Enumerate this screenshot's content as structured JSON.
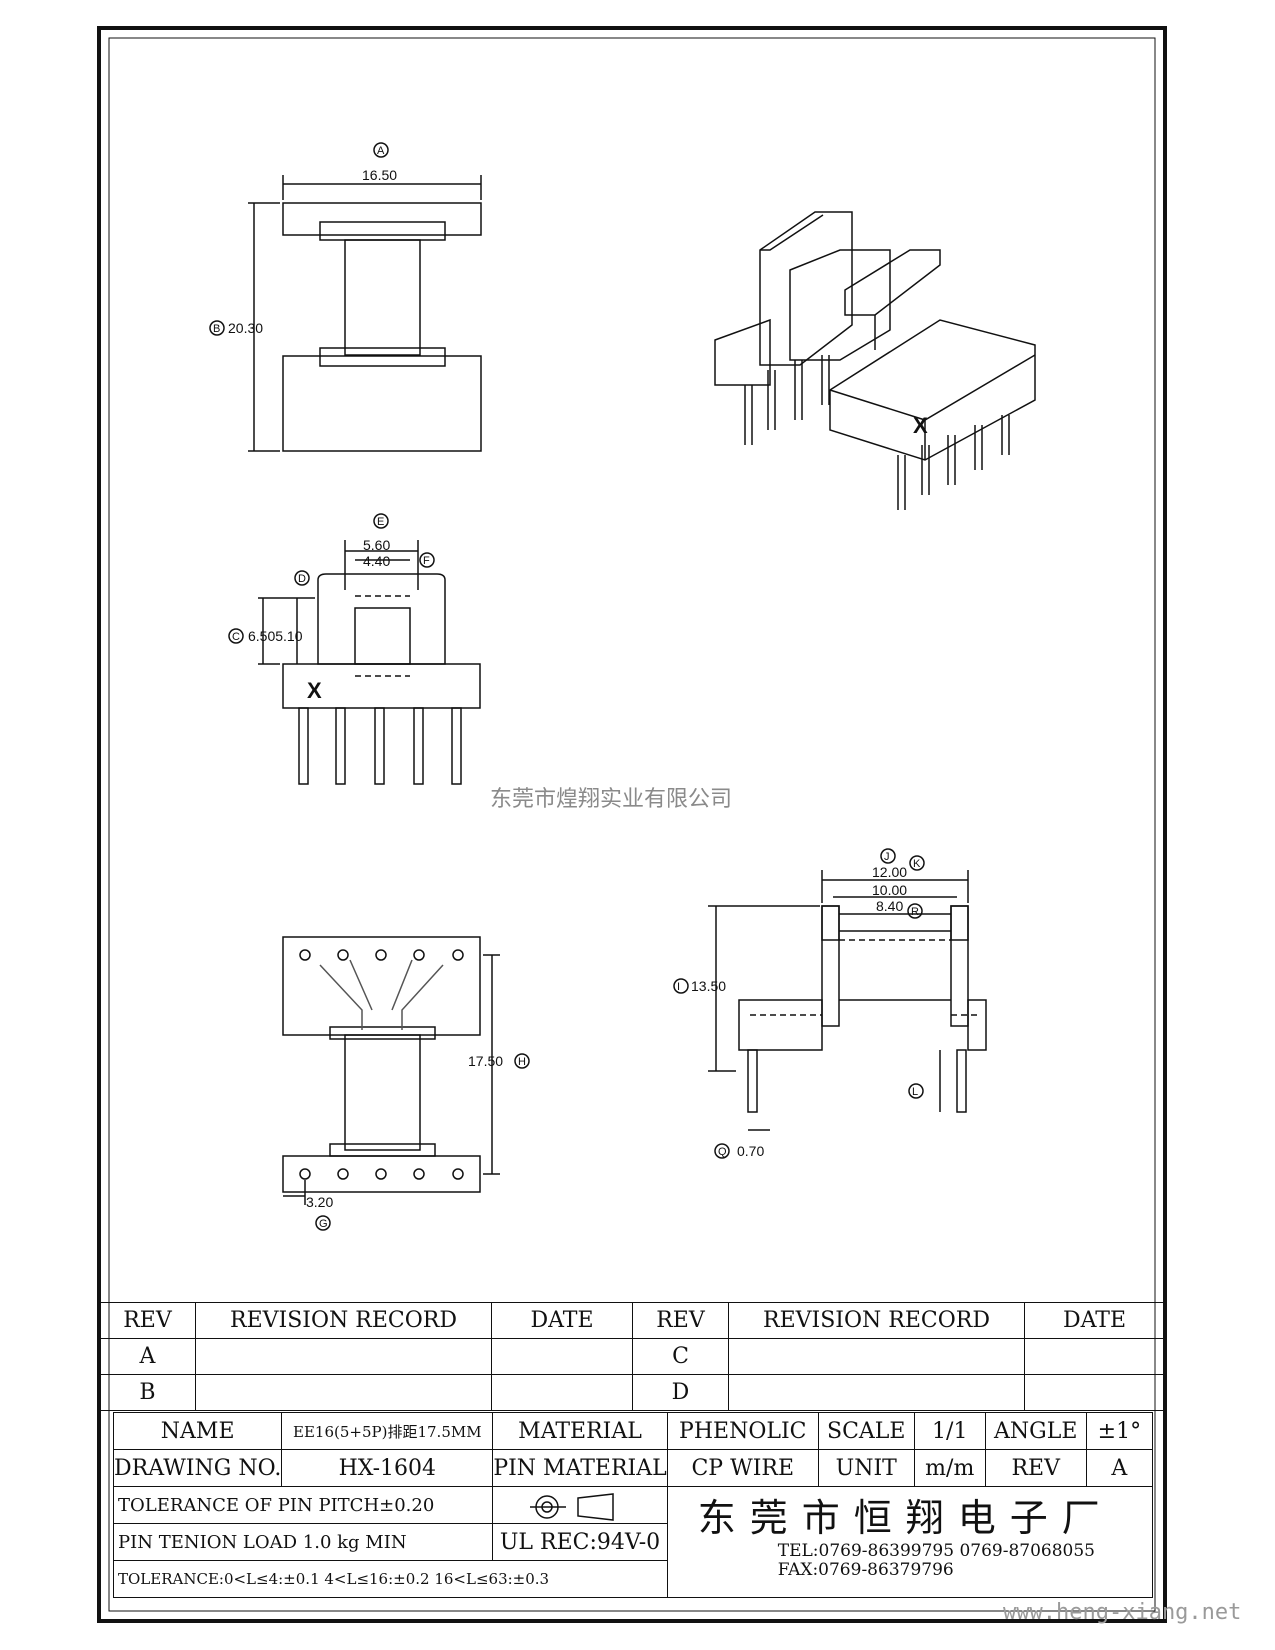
{
  "views": {
    "front": {
      "dim_width": "16.50",
      "label_width": "A",
      "dim_height": "20.30",
      "label_height": "B"
    },
    "side": {
      "dim_top_outer": "5.60",
      "label_top_outer": "E",
      "dim_top_inner": "4.40",
      "label_top_inner": "F",
      "label_left_top": "D",
      "dim_heights": "6.505.10",
      "label_heights": "C",
      "mark": "X"
    },
    "iso": {
      "mark": "X"
    },
    "bottom": {
      "dim_length": "17.50",
      "label_length": "H",
      "dim_pitch": "3.20",
      "label_pitch": "G"
    },
    "end": {
      "dim_outer": "12.00",
      "label_outer": "J",
      "dim_mid": "10.00",
      "label_mid": "K",
      "dim_inner": "8.40",
      "label_inner": "R",
      "dim_height": "13.50",
      "label_height": "I",
      "dim_pin": "0.70",
      "label_pin": "Q",
      "label_pin_len": "L"
    }
  },
  "watermark": "东莞市煌翔实业有限公司",
  "revision_table": {
    "headers": [
      "REV",
      "REVISION RECORD",
      "DATE",
      "REV",
      "REVISION RECORD",
      "DATE"
    ],
    "rows": [
      [
        "A",
        "",
        "",
        "C",
        "",
        ""
      ],
      [
        "B",
        "",
        "",
        "D",
        "",
        ""
      ]
    ]
  },
  "title_block": {
    "name_label": "NAME",
    "name_value": "EE16(5+5P)排距17.5MM",
    "material_label": "MATERIAL",
    "material_value": "PHENOLIC",
    "scale_label": "SCALE",
    "scale_value": "1/1",
    "angle_label": "ANGLE",
    "angle_value": "±1°",
    "drawing_no_label": "DRAWING NO.",
    "drawing_no_value": "HX-1604",
    "pin_material_label": "PIN MATERIAL",
    "pin_material_value": "CP WIRE",
    "unit_label": "UNIT",
    "unit_value": "m/m",
    "rev_label": "REV",
    "rev_value": "A",
    "tolerance_pitch": "TOLERANCE OF PIN PITCH±0.20",
    "pin_tension": "PIN TENION LOAD  1.0 kg MIN",
    "ul": "UL REC:94V-0",
    "tolerance_general": "TOLERANCE:0<L≤4:±0.1  4<L≤16:±0.2  16<L≤63:±0.3",
    "company": "东莞市恒翔电子厂",
    "tel": "TEL:0769-86399795    0769-87068055",
    "fax": "FAX:0769-86379796"
  },
  "website": "www.heng-xiang.net"
}
